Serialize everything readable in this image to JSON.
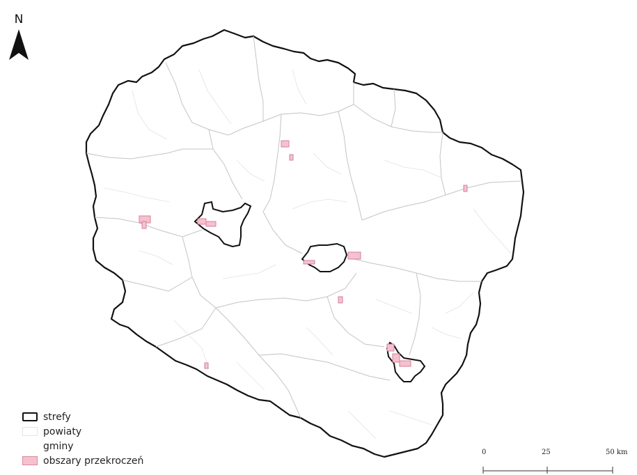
{
  "north_arrow": {
    "label": "N",
    "icon": "north-arrow-icon"
  },
  "legend": {
    "items": [
      {
        "label": "strefy",
        "swatch": "outline",
        "stroke": "#111111",
        "fill": "#ffffff"
      },
      {
        "label": "powiaty",
        "swatch": "line",
        "stroke": "#bdbdbd",
        "fill": "#ffffff"
      },
      {
        "label": "gminy",
        "swatch": "line",
        "stroke": "#dddddd",
        "fill": "#ffffff"
      },
      {
        "label": "obszary przekroczeń",
        "swatch": "filled",
        "stroke": "#d98aa0",
        "fill": "#f6c1cf"
      }
    ]
  },
  "scale_bar": {
    "labels": [
      "0",
      "25",
      "50 km"
    ]
  },
  "colors": {
    "zone_outline": "#111111",
    "powiat_line": "#c4c4c4",
    "gmina_line": "#e2e2e2",
    "exceedance_fill": "#f6c1cf",
    "exceedance_stroke": "#d4809a"
  }
}
